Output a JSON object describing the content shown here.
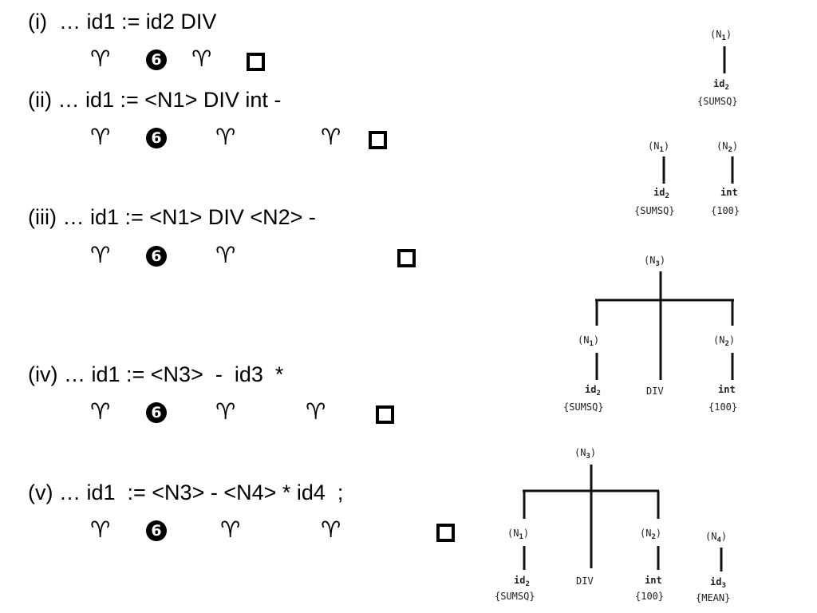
{
  "steps": [
    {
      "text": "(i)  … id1 := id2 DIV"
    },
    {
      "text": "(ii) … id1 := <N1> DIV int -"
    },
    {
      "text": "(iii) … id1 := <N1> DIV <N2> -"
    },
    {
      "text": "(iv) … id1 := <N3>  -  id3  *"
    },
    {
      "text": "(v) … id1  := <N3> - <N4> * id4  ;"
    }
  ],
  "symbols": {
    "ram": "♈",
    "six": "6"
  },
  "trees": {
    "t1": {
      "root": "(N",
      "root_sub": "1",
      "root_end": ")",
      "leaf": "id",
      "leaf_sub": "2",
      "leaf_val": "{SUMSQ}"
    },
    "t2": {
      "n1": "(N",
      "n1_sub": "1",
      "n1_end": ")",
      "leaf1": "id",
      "leaf1_sub": "2",
      "leaf1_val": "{SUMSQ}",
      "n2": "(N",
      "n2_sub": "2",
      "n2_end": ")",
      "leaf2": "int",
      "leaf2_val": "{100}"
    },
    "t3": {
      "root": "(N",
      "root_sub": "3",
      "root_end": ")",
      "n1": "(N",
      "n1_sub": "1",
      "n1_end": ")",
      "leaf1": "id",
      "leaf1_sub": "2",
      "leaf1_val": "{SUMSQ}",
      "mid": "DIV",
      "n2": "(N",
      "n2_sub": "2",
      "n2_end": ")",
      "leaf2": "int",
      "leaf2_val": "{100}"
    },
    "t4": {
      "root": "(N",
      "root_sub": "3",
      "root_end": ")",
      "n1": "(N",
      "n1_sub": "1",
      "n1_end": ")",
      "leaf1": "id",
      "leaf1_sub": "2",
      "leaf1_val": "{SUMSQ}",
      "mid": "DIV",
      "n2": "(N",
      "n2_sub": "2",
      "n2_end": ")",
      "leaf2": "int",
      "leaf2_val": "{100}",
      "n4": "(N",
      "n4_sub": "4",
      "n4_end": ")",
      "leaf4": "id",
      "leaf4_sub": "3",
      "leaf4_val": "{MEAN}"
    }
  }
}
